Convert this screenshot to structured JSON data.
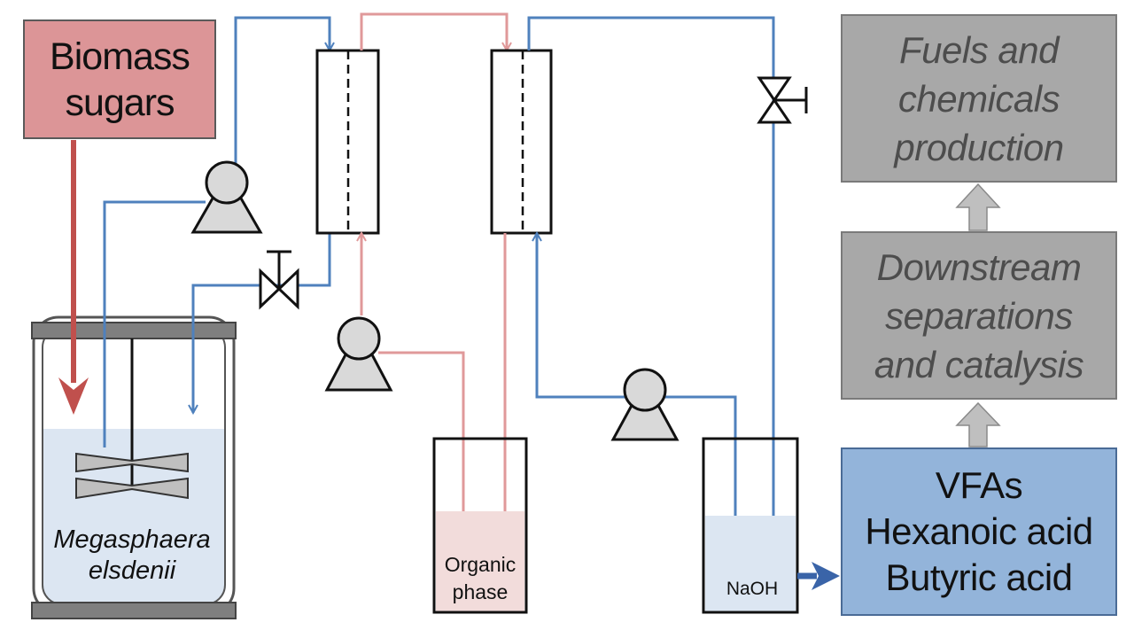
{
  "boxes": {
    "biomass": {
      "lines": [
        "Biomass",
        "sugars"
      ]
    },
    "fuels": {
      "lines": [
        "Fuels and",
        "chemicals",
        "production"
      ]
    },
    "downstream": {
      "lines": [
        "Downstream",
        "separations",
        "and catalysis"
      ]
    },
    "vfas": {
      "lines": [
        "VFAs",
        "Hexanoic acid",
        "Butyric acid"
      ]
    }
  },
  "labels": {
    "organism": [
      "Megasphaera",
      "elsdenii"
    ],
    "organic_phase": [
      "Organic",
      "phase"
    ],
    "naoh": "NaOH"
  },
  "colors": {
    "aqueous_line": "#4f81bd",
    "organic_line": "#e0999a",
    "feed_arrow": "#c0504d",
    "product_arrow": "#3a64a8",
    "pump_fill": "#d9d9d9",
    "liquid_blue": "#dce6f2",
    "liquid_pink": "#f2dcdb"
  }
}
